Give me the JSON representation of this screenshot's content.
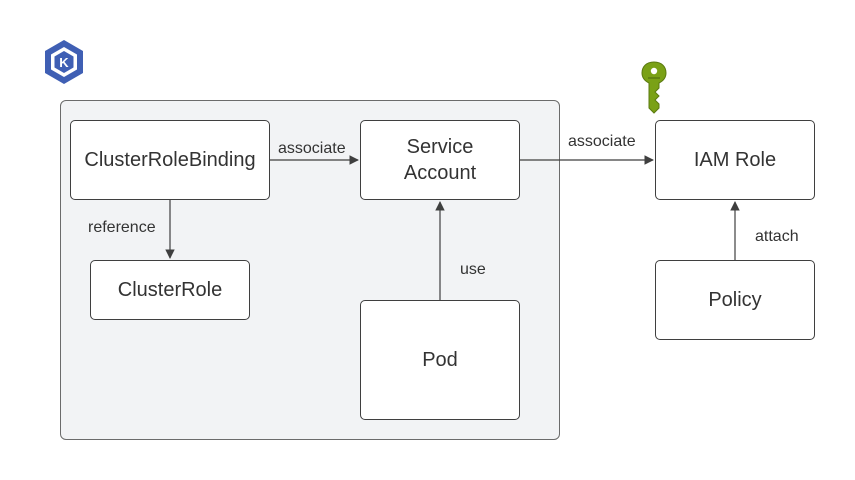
{
  "icons": {
    "kubernetes": "eks-kubernetes-icon",
    "iam_key": "iam-key-icon"
  },
  "colors": {
    "k8s_blue": "#3f5fb4",
    "iam_green": "#7aa116",
    "cluster_fill": "#f2f3f5",
    "stroke": "#3f3f3f"
  },
  "nodes": {
    "cluster_role_binding": "ClusterRoleBinding",
    "cluster_role": "ClusterRole",
    "service_account": "Service\nAccount",
    "pod": "Pod",
    "iam_role": "IAM Role",
    "policy": "Policy"
  },
  "edges": {
    "binding_to_service_account": "associate",
    "binding_to_cluster_role": "reference",
    "pod_to_service_account": "use",
    "service_account_to_iam_role": "associate",
    "policy_to_iam_role": "attach"
  }
}
